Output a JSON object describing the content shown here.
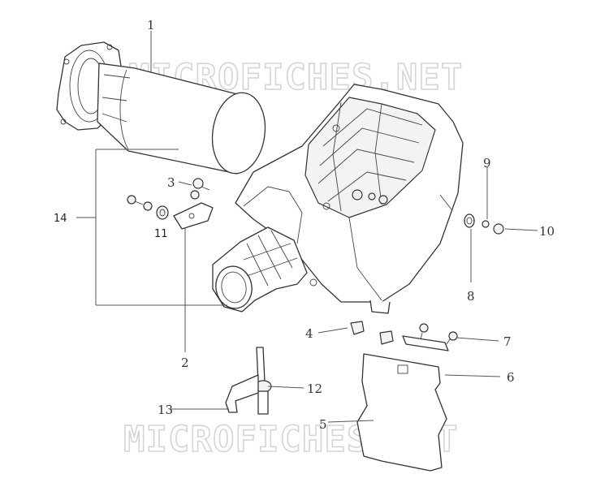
{
  "watermark": {
    "top": "MICROFICHES.NET",
    "bottom": "MICROFICHES.NET"
  },
  "callouts": [
    {
      "id": "1",
      "label": "1"
    },
    {
      "id": "2",
      "label": "2"
    },
    {
      "id": "3",
      "label": "3"
    },
    {
      "id": "4",
      "label": "4"
    },
    {
      "id": "5",
      "label": "5"
    },
    {
      "id": "6",
      "label": "6"
    },
    {
      "id": "7",
      "label": "7"
    },
    {
      "id": "8",
      "label": "8"
    },
    {
      "id": "9",
      "label": "9"
    },
    {
      "id": "10",
      "label": "10"
    },
    {
      "id": "11",
      "label": "11"
    },
    {
      "id": "12",
      "label": "12"
    },
    {
      "id": "13",
      "label": "13"
    },
    {
      "id": "14",
      "label": "14"
    }
  ]
}
